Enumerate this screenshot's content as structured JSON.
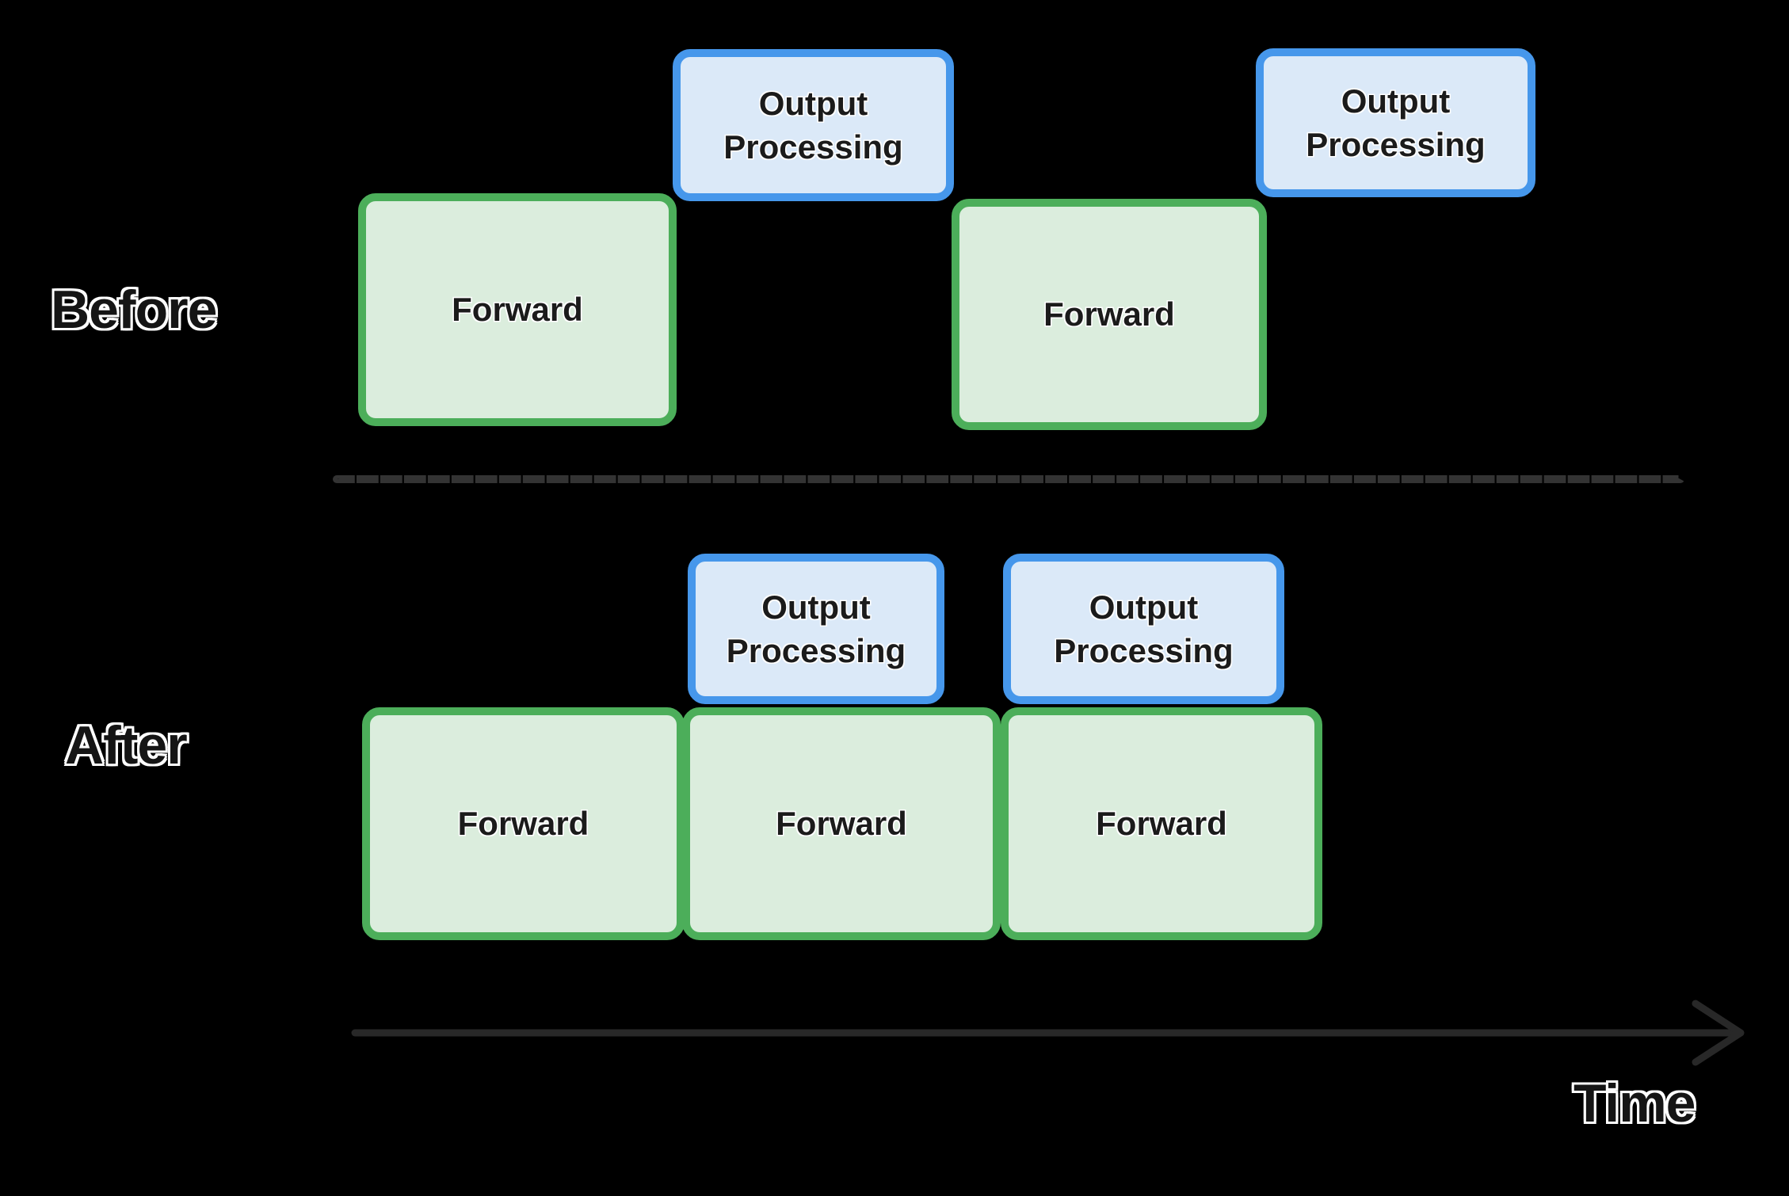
{
  "rows": {
    "before": {
      "label": "Before",
      "boxes": [
        {
          "kind": "forward",
          "label": "Forward"
        },
        {
          "kind": "output_processing",
          "label": "Output Processing"
        },
        {
          "kind": "forward",
          "label": "Forward"
        },
        {
          "kind": "output_processing",
          "label": "Output Processing"
        }
      ]
    },
    "after": {
      "label": "After",
      "boxes": [
        {
          "kind": "output_processing",
          "label": "Output Processing"
        },
        {
          "kind": "output_processing",
          "label": "Output Processing"
        },
        {
          "kind": "forward",
          "label": "Forward"
        },
        {
          "kind": "forward",
          "label": "Forward"
        },
        {
          "kind": "forward",
          "label": "Forward"
        }
      ]
    }
  },
  "axis": {
    "label": "Time"
  },
  "colors": {
    "background": "#000000",
    "forward_border": "#4cae5a",
    "forward_fill": "#dbeddd",
    "output_border": "#4697eb",
    "output_fill": "#dbe9f8",
    "box_text": "#1b1b1b",
    "label_outline": "#ffffff",
    "divider_dash": "#333333",
    "arrow": "#282828"
  }
}
